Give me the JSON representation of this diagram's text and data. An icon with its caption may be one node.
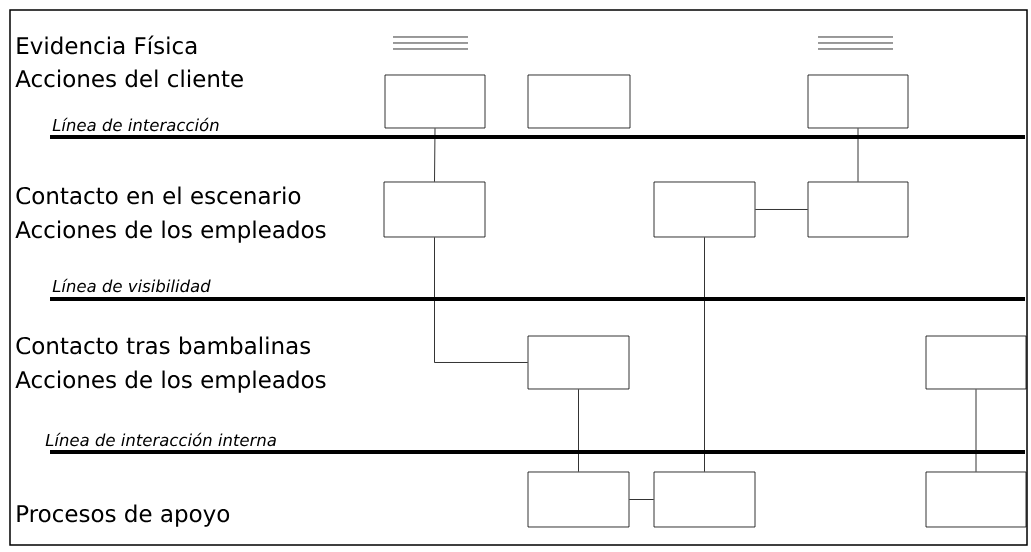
{
  "diagram": {
    "nodes": [
      {
        "text": [],
        "shape": "box"
      },
      {
        "text": [],
        "shape": "box"
      },
      {
        "text": [],
        "shape": "box"
      },
      {
        "text": [],
        "shape": "box"
      },
      {
        "text": [],
        "shape": "box"
      },
      {
        "text": [],
        "shape": "box"
      },
      {
        "text": [],
        "shape": "box"
      },
      {
        "text": [],
        "shape": "box"
      },
      {
        "text": [],
        "shape": "box"
      },
      {
        "text": [],
        "shape": "box"
      },
      {
        "text": [],
        "shape": "box"
      }
    ],
    "edges": [
      {
        "from": 0,
        "to": 3,
        "arrow": "none"
      },
      {
        "from": 2,
        "to": 5,
        "arrow": "none"
      },
      {
        "from": 4,
        "to": 5,
        "arrow": "none"
      },
      {
        "from": 3,
        "to": 6,
        "arrow": "none"
      },
      {
        "from": 4,
        "to": 9,
        "arrow": "none"
      },
      {
        "from": 6,
        "to": 8,
        "arrow": "none"
      },
      {
        "from": 8,
        "to": 9,
        "arrow": "none"
      },
      {
        "from": 7,
        "to": 10,
        "arrow": "none"
      }
    ],
    "labels": [
      "Evidencia Física",
      "Acciones del cliente",
      "Línea de interacción",
      "Contacto en el escenario",
      "Acciones de los empleados",
      "Línea de visibilidad",
      "Contacto tras bambalinas",
      "Acciones de los empleados",
      "Línea de interacción interna",
      "Procesos de apoyo"
    ]
  }
}
